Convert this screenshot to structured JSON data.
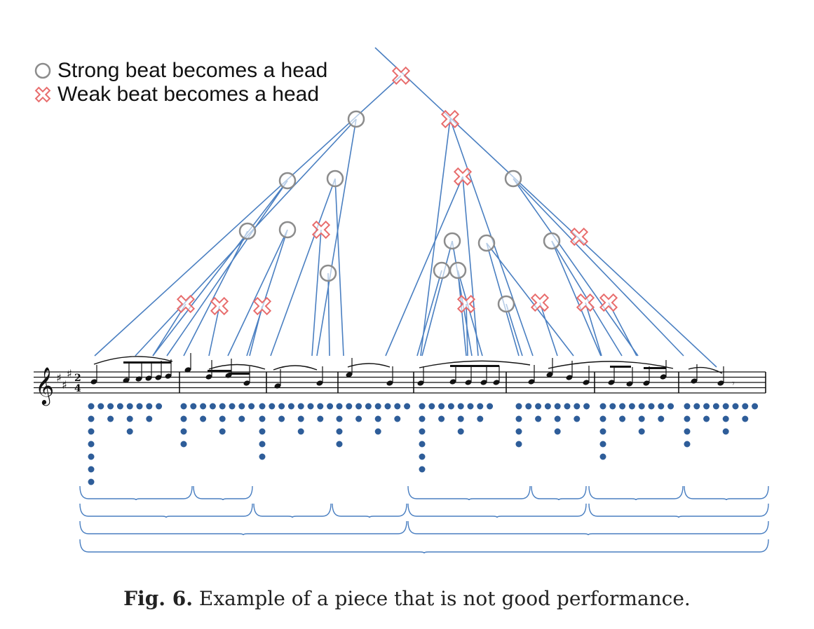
{
  "legend": {
    "strong_label": "Strong beat becomes a head",
    "weak_label": "Weak beat becomes a head"
  },
  "score": {
    "time_signature_top": "2",
    "time_signature_bottom": "4"
  },
  "caption": {
    "label": "Fig. 6.",
    "text": "Example of a piece that is not good performance."
  },
  "colors": {
    "tree_line": "#4a7fc1",
    "strong_marker": "#8c8c8c",
    "weak_marker": "#e86d6d",
    "dot": "#2e5d99"
  }
}
